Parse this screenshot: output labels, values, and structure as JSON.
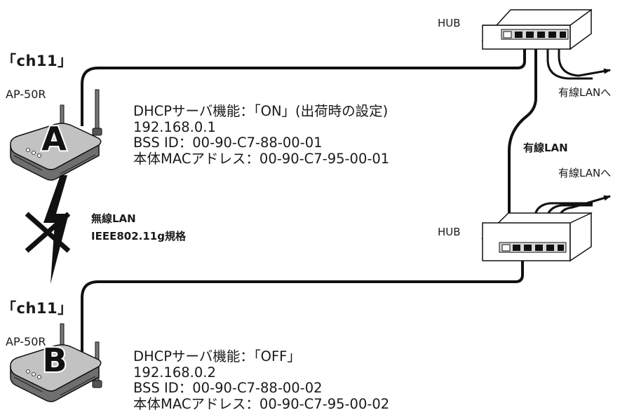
{
  "devices": {
    "a": {
      "channel": "「ch11」",
      "model": "AP-50R",
      "letter": "A",
      "info": [
        "DHCPサーバ機能：「ON」(出荷時の設定)",
        "192.168.0.1",
        "BSS ID：00-90-C7-88-00-01",
        "本体MACアドレス：00-90-C7-95-00-01"
      ]
    },
    "b": {
      "channel": "「ch11」",
      "model": "AP-50R",
      "letter": "B",
      "info": [
        "DHCPサーバ機能：「OFF」",
        "192.168.0.2",
        "BSS ID：00-90-C7-88-00-02",
        "本体MACアドレス：00-90-C7-95-00-02"
      ]
    }
  },
  "hubs": {
    "top_label": "HUB",
    "bottom_label": "HUB"
  },
  "labels": {
    "wired_lan_top": "有線LANへ",
    "wired_lan_bottom": "有線LANへ",
    "wired_lan_link": "有線LAN",
    "wireless_lan": "無線LAN",
    "wireless_standard": "IEEE802.11g規格"
  }
}
